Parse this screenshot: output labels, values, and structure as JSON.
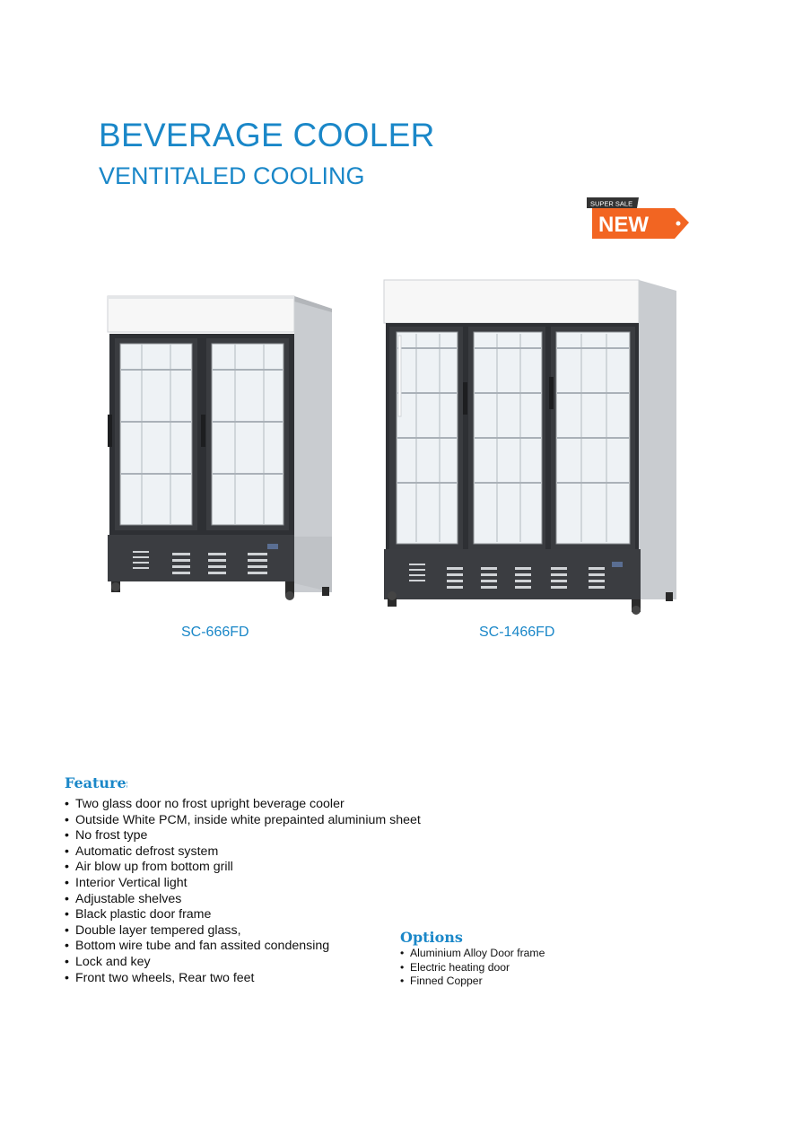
{
  "title": "BEVERAGE COOLER",
  "subtitle": "VENTITALED COOLING",
  "badge": {
    "top_text": "SUPER SALE",
    "main_text": "NEW"
  },
  "products": [
    {
      "model": "SC-666FD"
    },
    {
      "model": "SC-1466FD"
    }
  ],
  "features": {
    "heading": "Features",
    "items": [
      "Two glass door no frost upright beverage cooler",
      "Outside White PCM, inside white prepainted aluminium sheet",
      "No frost type",
      "Automatic defrost system",
      "Air blow up from bottom grill",
      "Interior Vertical light",
      "Adjustable shelves",
      "Black plastic door frame",
      "Double layer  tempered glass,",
      "Bottom wire tube and fan assited  condensing",
      "Lock and key",
      "Front two wheels, Rear two feet"
    ]
  },
  "options": {
    "heading": "Options",
    "items": [
      "Aluminium Alloy Door frame",
      "Electric heating door",
      "Finned  Copper"
    ]
  },
  "colors": {
    "accent": "#1a87c8",
    "badge": "#f26522",
    "badge_dark": "#333333"
  }
}
